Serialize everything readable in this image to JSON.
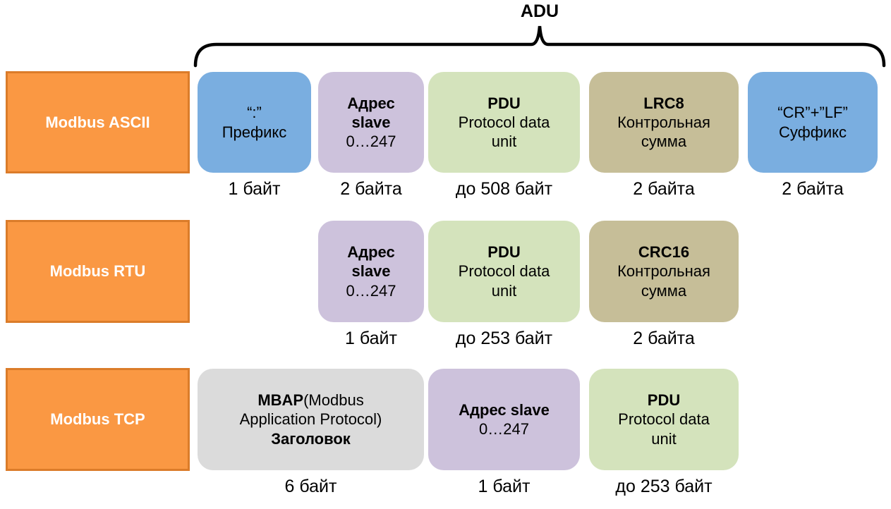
{
  "adu": {
    "label": "ADU"
  },
  "colors": {
    "row_label_fill": "#FA9843",
    "row_label_border": "#DB7C2A",
    "blue": "#7AAEE0",
    "purple": "#CDC2DC",
    "green": "#D4E3BC",
    "tan": "#C6BE98",
    "gray": "#DBDBDB",
    "brace": "#000000"
  },
  "rows": [
    {
      "label": "Modbus ASCII",
      "fields": [
        {
          "name": "prefix",
          "color": "blue",
          "lines": [
            "“:”",
            "Префикс"
          ],
          "bytes": "1 байт"
        },
        {
          "name": "slave-address",
          "color": "purple",
          "lines": [
            "Адрес",
            "slave",
            "0…247"
          ],
          "bytes": "2 байта"
        },
        {
          "name": "pdu",
          "color": "green",
          "lines": [
            "PDU",
            "Protocol data",
            "unit"
          ],
          "bytes": "до 508 байт"
        },
        {
          "name": "lrc8-checksum",
          "color": "tan",
          "lines": [
            "LRC8",
            "Контрольная",
            "сумма"
          ],
          "bytes": "2 байта"
        },
        {
          "name": "suffix",
          "color": "blue",
          "lines": [
            "“CR”+”LF”",
            "Суффикс"
          ],
          "bytes": "2 байта"
        }
      ]
    },
    {
      "label": "Modbus RTU",
      "fields": [
        {
          "name": "slave-address",
          "color": "purple",
          "lines": [
            "Адрес",
            "slave",
            "0…247"
          ],
          "bytes": "1 байт"
        },
        {
          "name": "pdu",
          "color": "green",
          "lines": [
            "PDU",
            "Protocol data",
            "unit"
          ],
          "bytes": "до 253 байт"
        },
        {
          "name": "crc16-checksum",
          "color": "tan",
          "lines": [
            "CRC16",
            "Контрольная",
            "сумма"
          ],
          "bytes": "2 байта"
        }
      ]
    },
    {
      "label": "Modbus TCP",
      "fields": [
        {
          "name": "mbap-header",
          "color": "gray",
          "title_bold": "MBAP",
          "title_rest": "(Modbus",
          "line2": "Application Protocol)",
          "line3": "Заголовок",
          "bytes": "6 байт"
        },
        {
          "name": "slave-address",
          "color": "purple",
          "lines": [
            "Адрес slave",
            "0…247"
          ],
          "bytes": "1 байт"
        },
        {
          "name": "pdu",
          "color": "green",
          "lines": [
            "PDU",
            "Protocol data",
            "unit"
          ],
          "bytes": "до 253 байт"
        }
      ]
    }
  ]
}
